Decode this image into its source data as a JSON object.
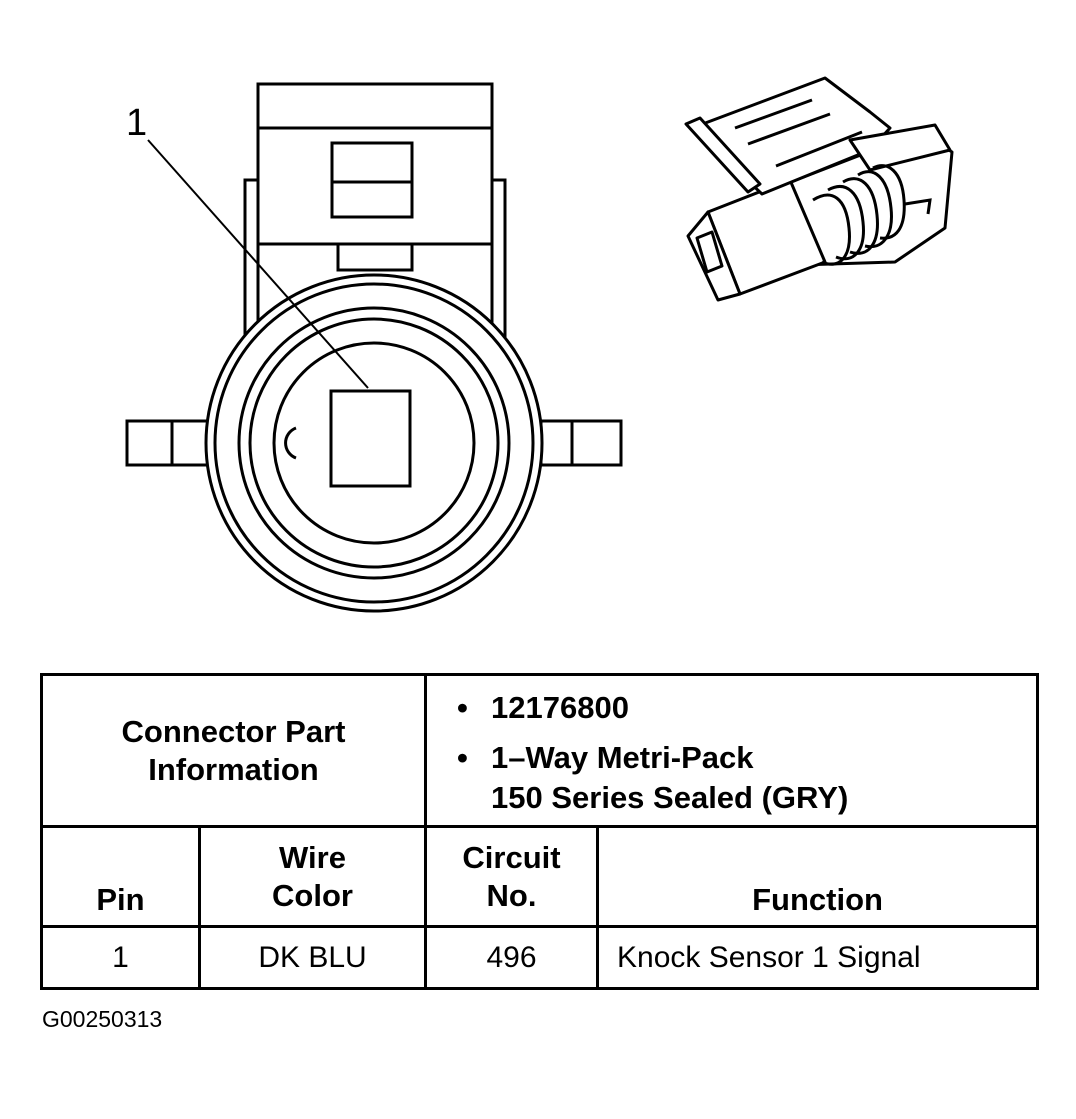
{
  "callout": "1",
  "connector": {
    "label_lines": [
      "Connector Part",
      "Information"
    ],
    "parts": [
      "12176800",
      "1–Way Metri-Pack",
      "150 Series Sealed (GRY)"
    ]
  },
  "table": {
    "headers": {
      "pin": "Pin",
      "wire_color": [
        "Wire",
        "Color"
      ],
      "circuit": [
        "Circuit",
        "No."
      ],
      "function": "Function"
    },
    "rows": [
      {
        "pin": "1",
        "wire_color": "DK BLU",
        "circuit": "496",
        "function": "Knock Sensor 1 Signal"
      }
    ]
  },
  "figure_id": "G00250313"
}
